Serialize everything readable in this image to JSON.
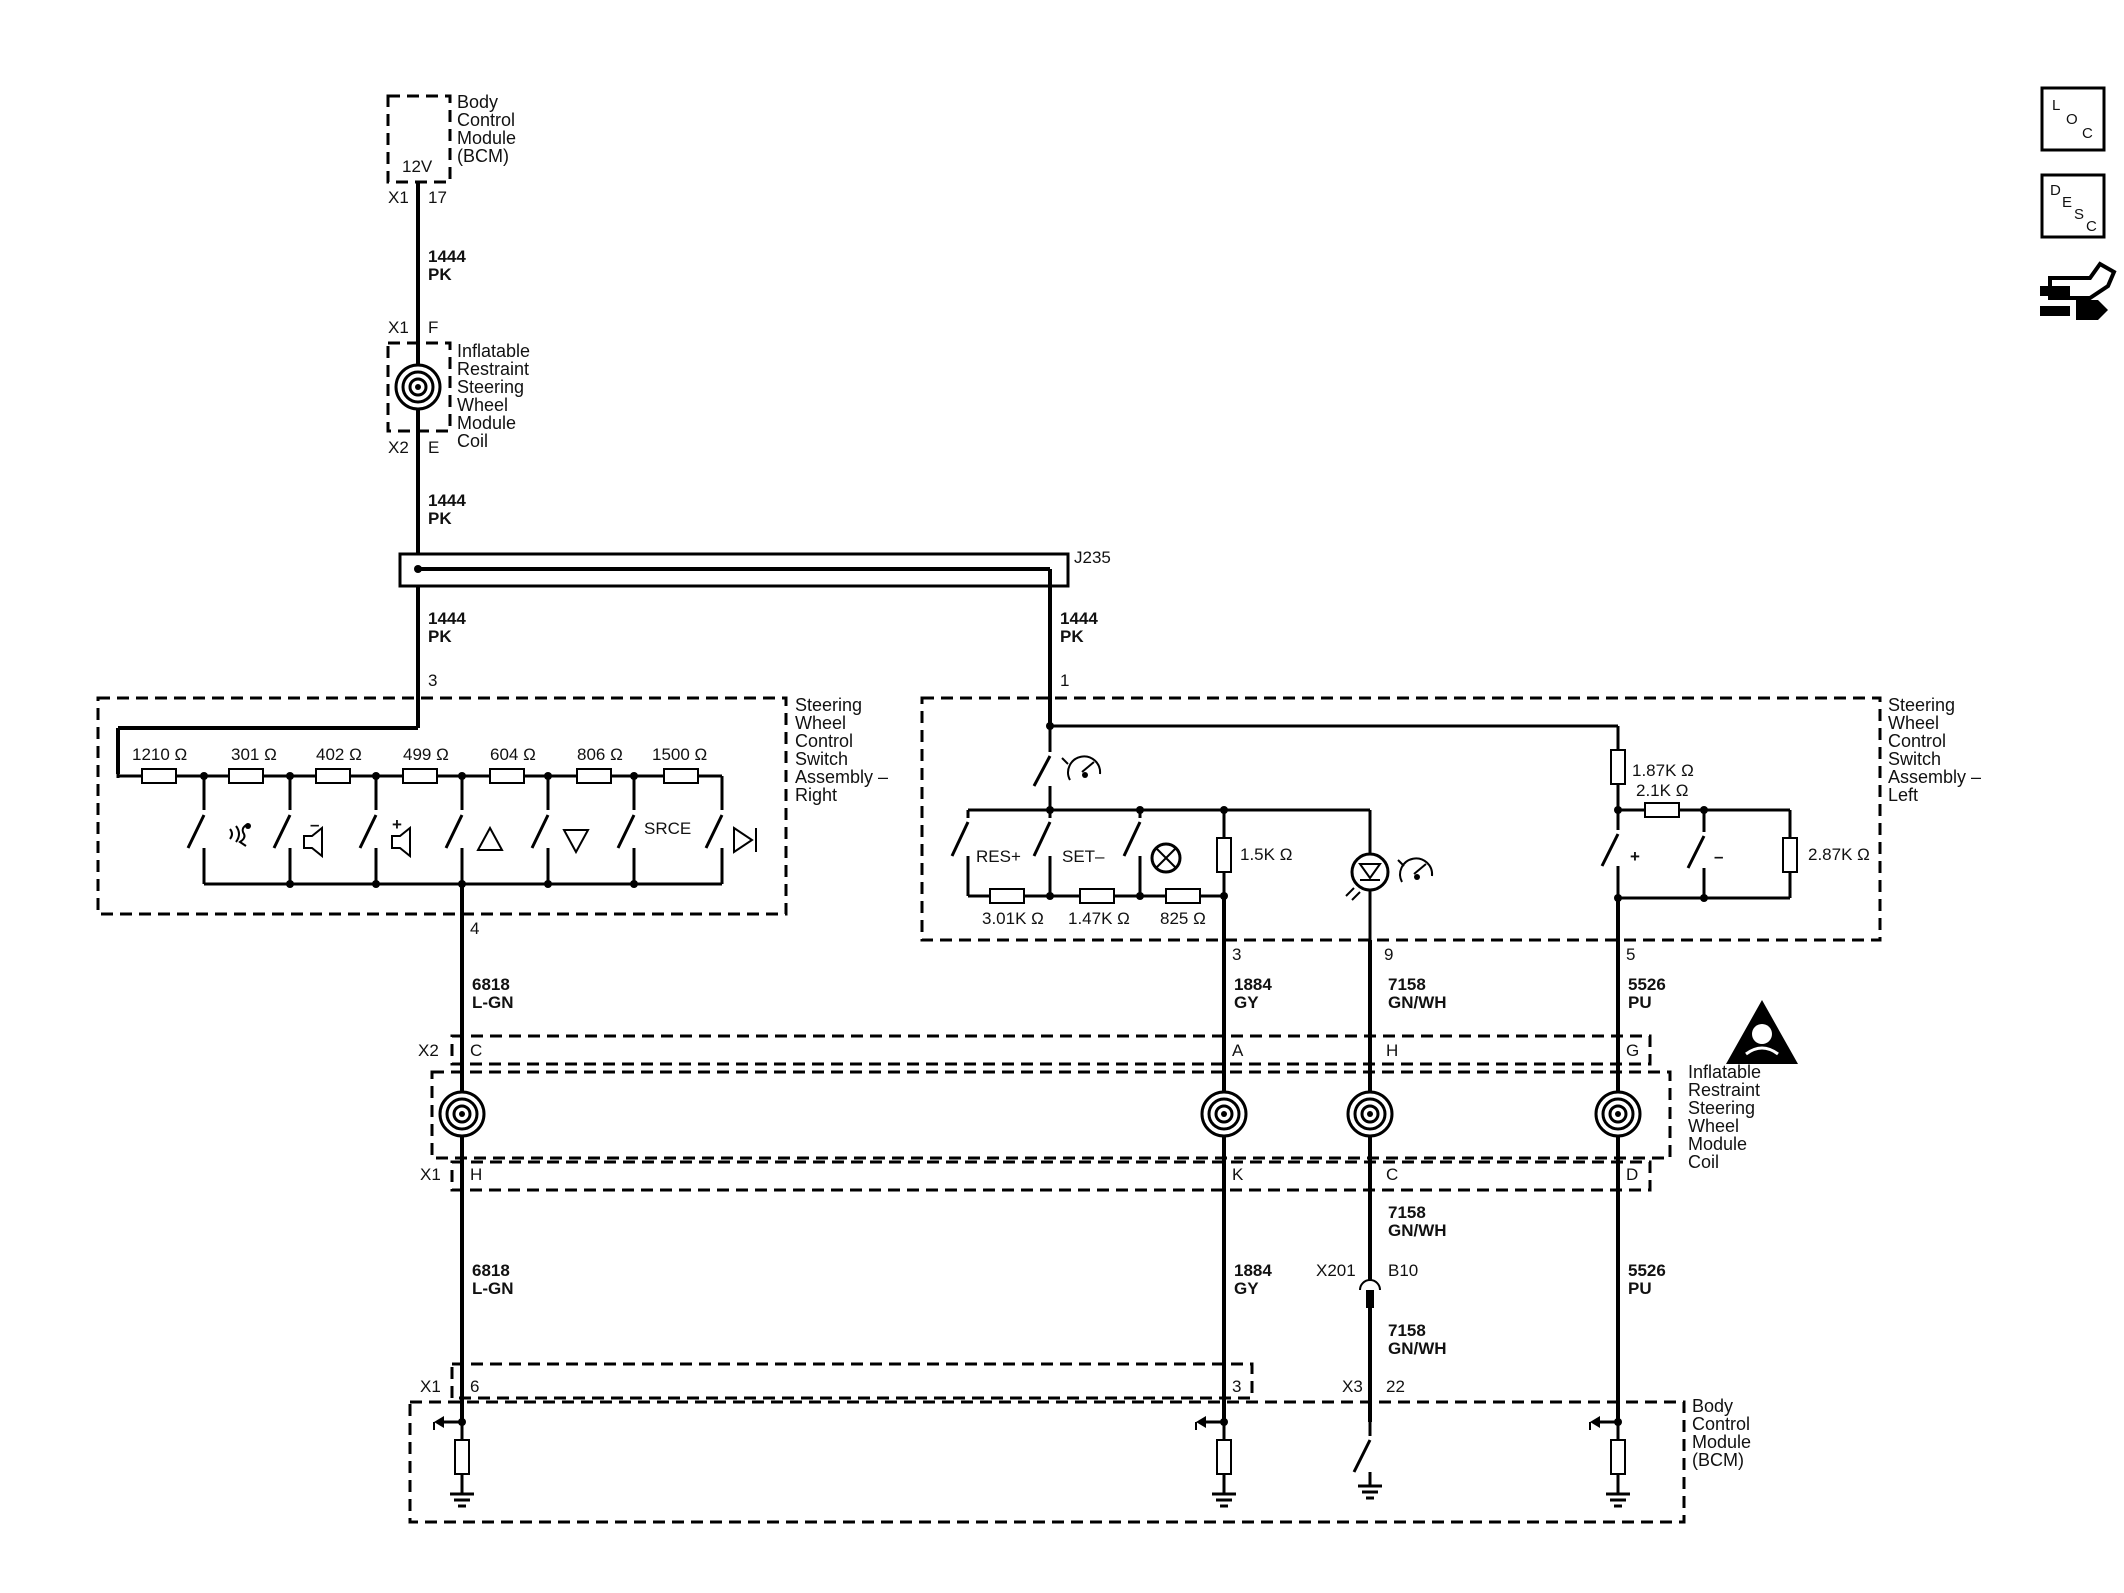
{
  "bcm_top": {
    "name": "Body\nControl\nModule\n(BCM)",
    "voltage": "12V",
    "connector": "X1",
    "pin": "17"
  },
  "wire_1444_a": {
    "circuit": "1444",
    "color": "PK"
  },
  "coil_top": {
    "name": "Inflatable\nRestraint\nSteering\nWheel\nModule\nCoil",
    "conn_top": "X1",
    "pin_top": "F",
    "conn_bot": "X2",
    "pin_bot": "E"
  },
  "wire_1444_b": {
    "circuit": "1444",
    "color": "PK"
  },
  "splice": {
    "label": "J235"
  },
  "wire_1444_c": {
    "circuit": "1444",
    "color": "PK",
    "pin": "3"
  },
  "wire_1444_d": {
    "circuit": "1444",
    "color": "PK",
    "pin": "1"
  },
  "switch_right": {
    "name": "Steering\nWheel\nControl\nSwitch\nAssembly –\nRight",
    "resistors": [
      "1210 Ω",
      "301 Ω",
      "402 Ω",
      "499 Ω",
      "604 Ω",
      "806 Ω",
      "1500 Ω"
    ],
    "srce_label": "SRCE",
    "out_pin": "4"
  },
  "switch_left": {
    "name": "Steering\nWheel\nControl\nSwitch\nAssembly –\nLeft",
    "res_label": "RES+",
    "set_label": "SET–",
    "r_301k": "3.01K Ω",
    "r_147k": "1.47K Ω",
    "r_825": "825 Ω",
    "r_15k": "1.5K Ω",
    "r_187k": "1.87K Ω",
    "r_21k": "2.1K Ω",
    "r_287k": "2.87K Ω",
    "plus_label": "+",
    "minus_label": "–",
    "pin3": "3",
    "pin9": "9",
    "pin5": "5"
  },
  "wires_mid": {
    "w6818": {
      "circuit": "6818",
      "color": "L-GN"
    },
    "w1884": {
      "circuit": "1884",
      "color": "GY"
    },
    "w7158": {
      "circuit": "7158",
      "color": "GN/WH"
    },
    "w5526": {
      "circuit": "5526",
      "color": "PU"
    }
  },
  "coil_bottom": {
    "name": "Inflatable\nRestraint\nSteering\nWheel\nModule\nCoil",
    "x2": "X2",
    "x1": "X1",
    "top_pins": [
      "C",
      "A",
      "H",
      "G"
    ],
    "bot_pins": [
      "H",
      "K",
      "C",
      "D"
    ]
  },
  "wires_low": {
    "w6818": {
      "circuit": "6818",
      "color": "L-GN"
    },
    "w1884": {
      "circuit": "1884",
      "color": "GY"
    },
    "w7158a": {
      "circuit": "7158",
      "color": "GN/WH"
    },
    "w7158b": {
      "circuit": "7158",
      "color": "GN/WH"
    },
    "w5526": {
      "circuit": "5526",
      "color": "PU"
    }
  },
  "inline_connector": {
    "name": "X201",
    "pin": "B10"
  },
  "bcm_bottom": {
    "name": "Body\nControl\nModule\n(BCM)",
    "x1": "X1",
    "pin6": "6",
    "pin3": "3",
    "x3": "X3",
    "pin22": "22"
  },
  "side_icons": {
    "loc": {
      "l1": "L",
      "l2": "O",
      "l3": "C"
    },
    "desc": {
      "l1": "D",
      "l2": "E",
      "l3": "S",
      "l4": "C"
    }
  }
}
